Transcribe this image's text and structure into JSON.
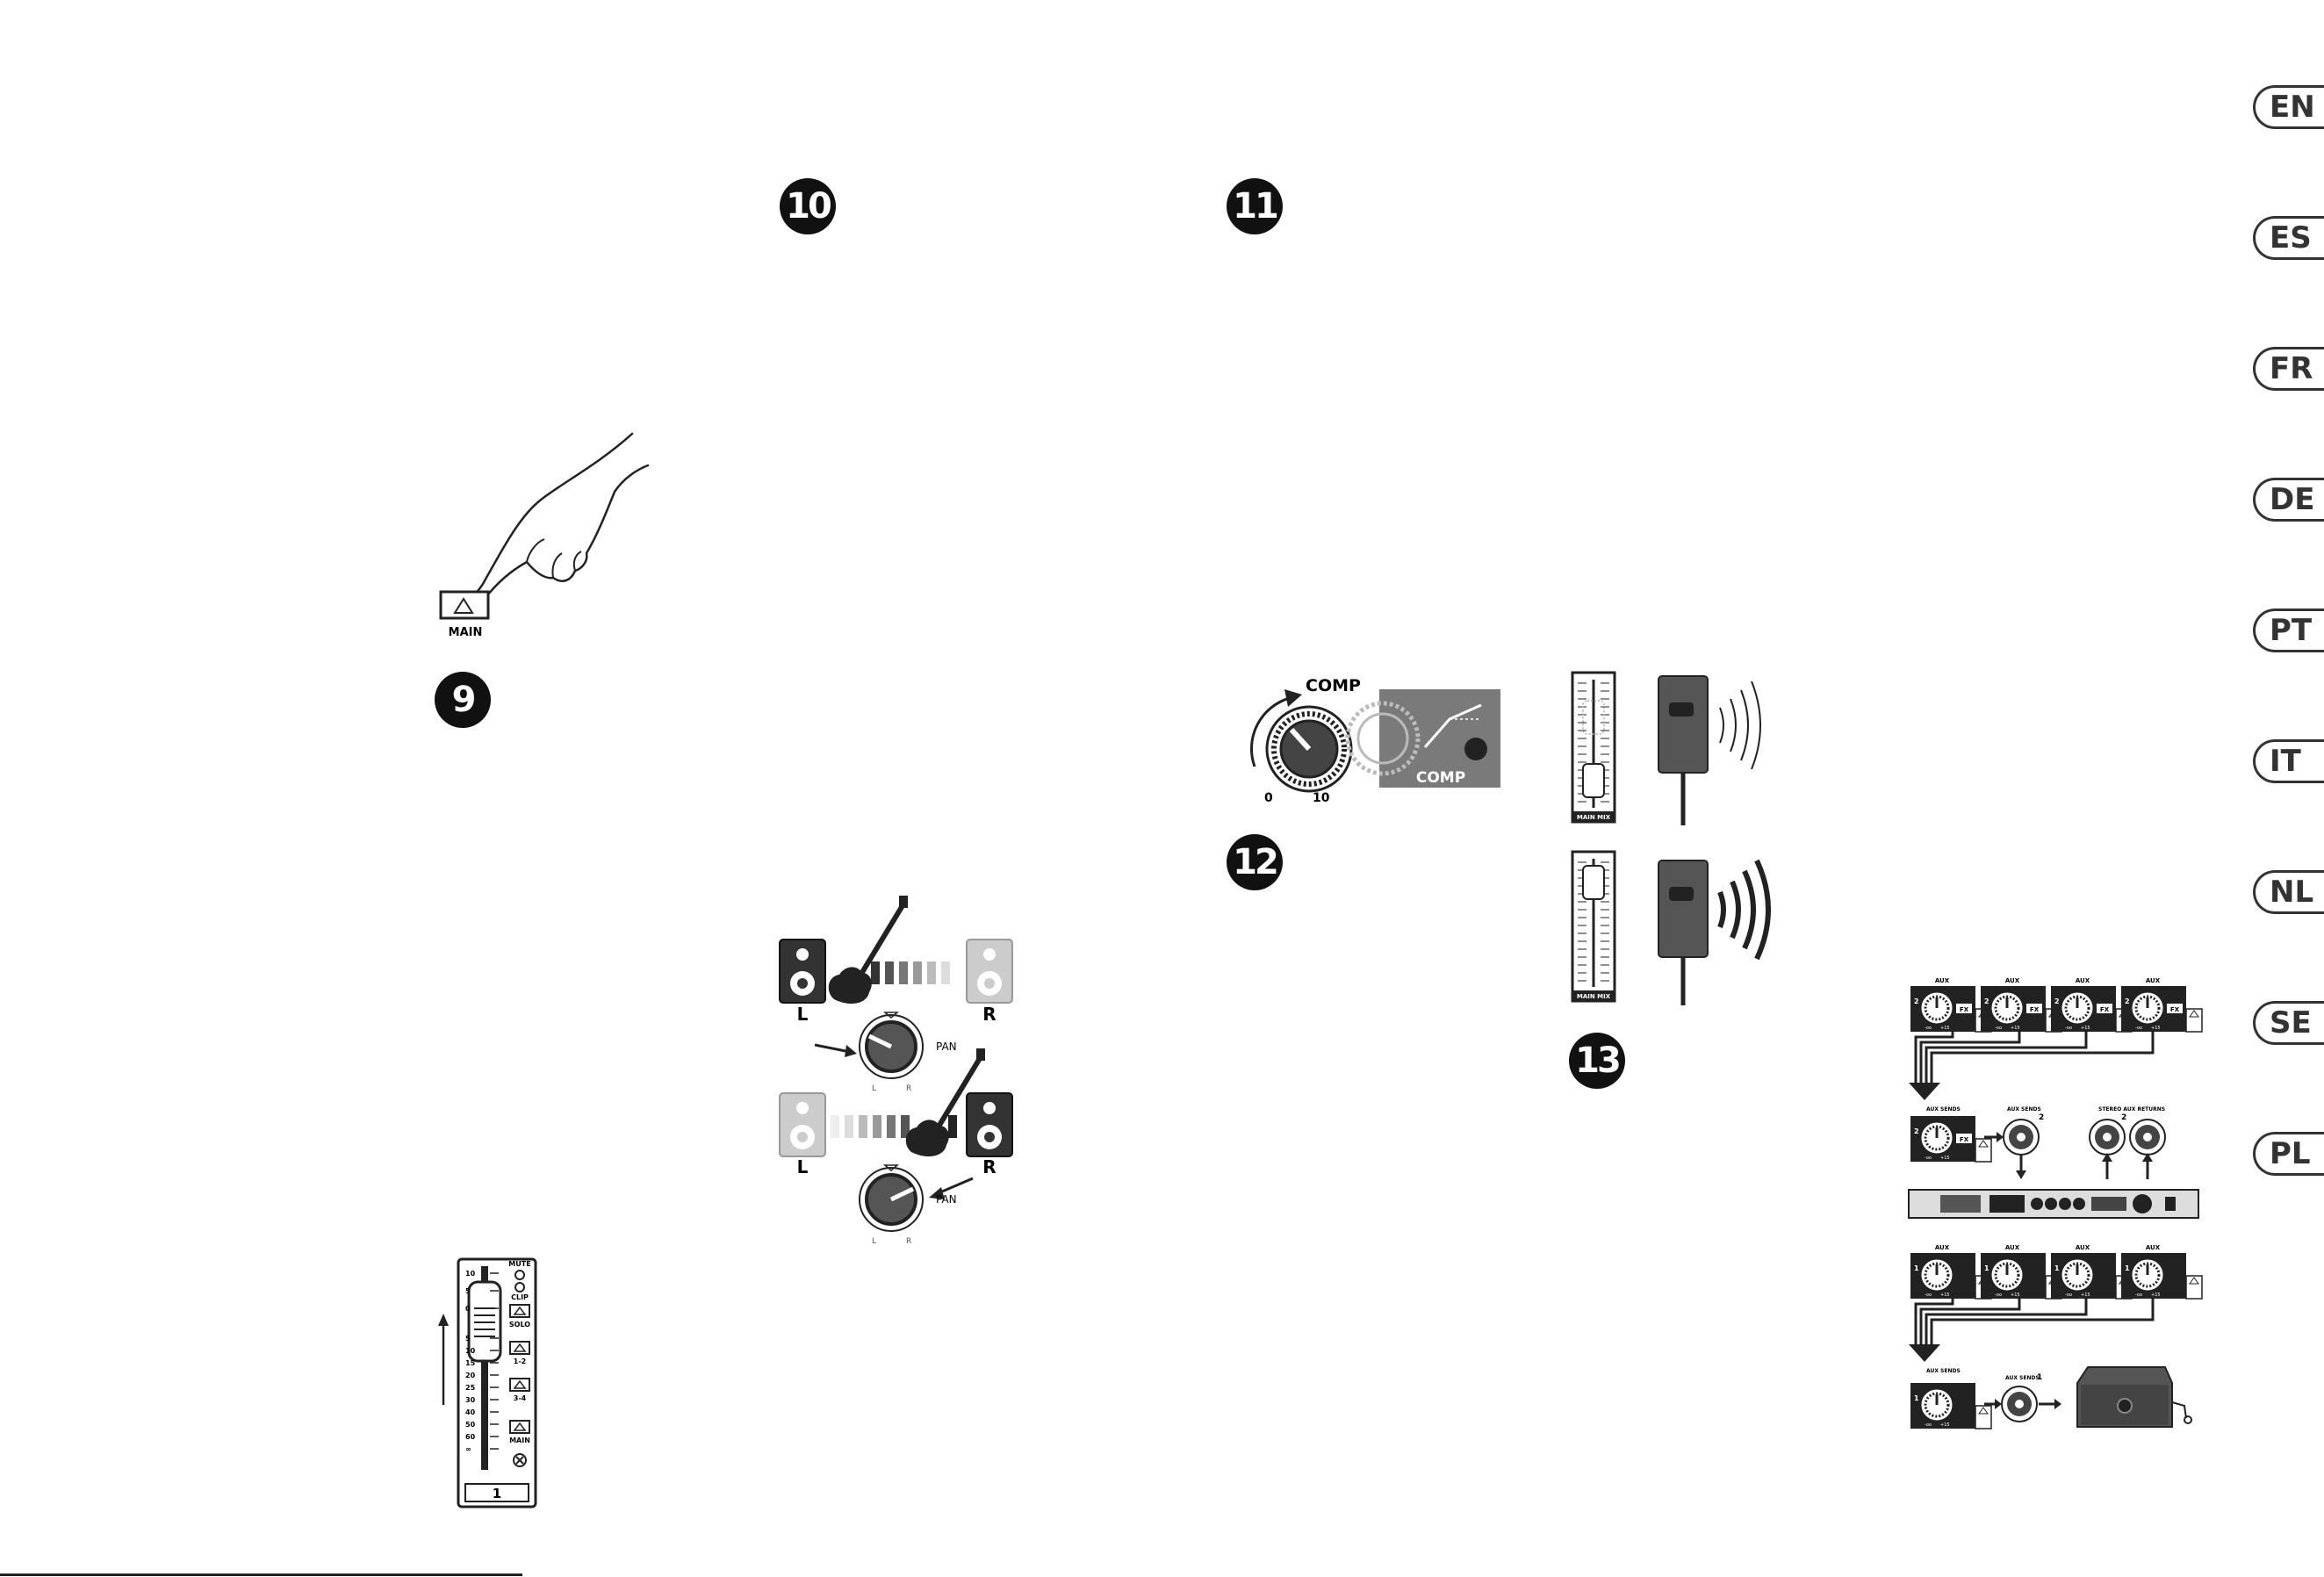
{
  "steps": {
    "s9": "9",
    "s10": "10",
    "s11": "11",
    "s12": "12",
    "s13": "13"
  },
  "languages": [
    "EN",
    "ES",
    "FR",
    "DE",
    "PT",
    "IT",
    "NL",
    "SE",
    "PL"
  ],
  "main_button": {
    "label": "MAIN"
  },
  "channel_strip": {
    "mute": "MUTE",
    "clip": "CLIP",
    "solo": "SOLO",
    "route_12": "1-2",
    "route_34": "3-4",
    "route_main": "MAIN",
    "scale": [
      "10",
      "5",
      "0",
      "5",
      "10",
      "15",
      "20",
      "25",
      "30",
      "40",
      "50",
      "60",
      "∞"
    ],
    "channel_number": "1"
  },
  "pan": {
    "left": "L",
    "right": "R",
    "knob_label": "PAN",
    "knob_left": "L",
    "knob_right": "R"
  },
  "comp": {
    "knob_label": "COMP",
    "min": "0",
    "max": "10",
    "button_label": "COMP"
  },
  "main_mix": {
    "label": "MAIN MIX"
  },
  "aux": {
    "aux_label": "AUX",
    "fx_label": "FX",
    "aux_sends": "AUX SENDS",
    "stereo_aux_returns": "STEREO AUX RETURNS",
    "knob_num_2": "2",
    "knob_num_1": "1",
    "range_min": "-oo",
    "range_max": "+15",
    "jack_2": "2",
    "jack_1": "1"
  }
}
